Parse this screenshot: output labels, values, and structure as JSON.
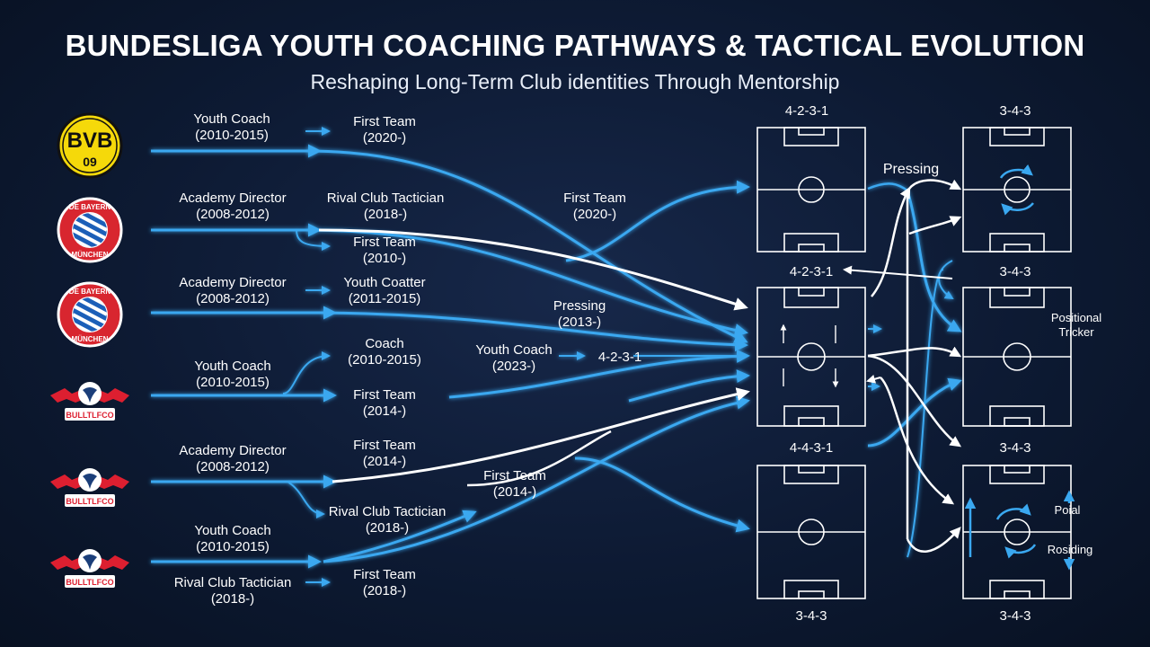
{
  "title": "BUNDESLIGA YOUTH COACHING PATHWAYS & TACTICAL EVOLUTION",
  "subtitle": "Reshaping Long-Term Club identities Through Mentorship",
  "clubs": [
    {
      "id": "bvb",
      "logo_text_top": "BVB",
      "logo_text_bottom": "09",
      "color": "#f5d90a"
    },
    {
      "id": "bayern-1",
      "logo_text_top": "DE BAYERN",
      "logo_text_bottom": "MÜNCHEN",
      "color": "#d8262f"
    },
    {
      "id": "bayern-2",
      "logo_text_top": "DE BAYERN",
      "logo_text_bottom": "MÜNCHEN",
      "color": "#d8262f"
    },
    {
      "id": "leipzig-1",
      "logo_text_bottom": "BULLTLFCO",
      "color": "#dd1f30"
    },
    {
      "id": "leipzig-2",
      "logo_text_bottom": "BULLTLFCO",
      "color": "#dd1f30"
    },
    {
      "id": "leipzig-3",
      "logo_text_bottom": "BULLTLFCO",
      "color": "#dd1f30"
    }
  ],
  "labels": {
    "a1": {
      "line1": "Youth Coach",
      "line2": "(2010-2015)"
    },
    "a2": {
      "line1": "First Team",
      "line2": "(2020-)"
    },
    "b1": {
      "line1": "Academy Director",
      "line2": "(2008-2012)"
    },
    "b2": {
      "line1": "Rival Club Tactician",
      "line2": "(2018-)"
    },
    "b3": {
      "line1": "First Team",
      "line2": "(2010-)"
    },
    "b4": {
      "line1": "First Team",
      "line2": "(2020-)"
    },
    "c1": {
      "line1": "Academy Director",
      "line2": "(2008-2012)"
    },
    "c2": {
      "line1": "Youth Coatter",
      "line2": "(2011-2015)"
    },
    "c3": {
      "line1": "Pressing",
      "line2": "(2013-)"
    },
    "d1": {
      "line1": "Youth Coach",
      "line2": "(2010-2015)"
    },
    "d2": {
      "line1": "Coach",
      "line2": "(2010-2015)"
    },
    "d3": {
      "line1": "First Team",
      "line2": "(2014-)"
    },
    "d4": {
      "line1": "Youth Coach",
      "line2": "(2023-)"
    },
    "d5": {
      "line1": "4-2-3-1",
      "line2": ""
    },
    "e1": {
      "line1": "Academy Director",
      "line2": "(2008-2012)"
    },
    "e2": {
      "line1": "First Team",
      "line2": "(2014-)"
    },
    "e3": {
      "line1": "First Team",
      "line2": "(2014-)"
    },
    "e4": {
      "line1": "Rival Club Tactician",
      "line2": "(2018-)"
    },
    "f1": {
      "line1": "Youth Coach",
      "line2": "(2010-2015)"
    },
    "f2": {
      "line1": "Rival Club Tactician",
      "line2": "(2018-)"
    },
    "f3": {
      "line1": "First Team",
      "line2": "(2018-)"
    }
  },
  "formations": {
    "left_top": "4-2-3-1",
    "left_mid": "4-2-3-1",
    "left_low": "4-4-3-1",
    "left_bottom": "3-4-3",
    "right_top": "3-4-3",
    "right_mid": "3-4-3",
    "right_low": "3-4-3",
    "right_bottom": "3-4-3"
  },
  "annotations": {
    "pressing": "Pressing",
    "positional_1": "Positional",
    "positional_2": "Tricker",
    "poial": "Poial",
    "rosiding": "Rosiding"
  },
  "colors": {
    "flow_blue": "#3aa8f0",
    "flow_white": "#ffffff",
    "pitch_line": "#ffffff"
  }
}
